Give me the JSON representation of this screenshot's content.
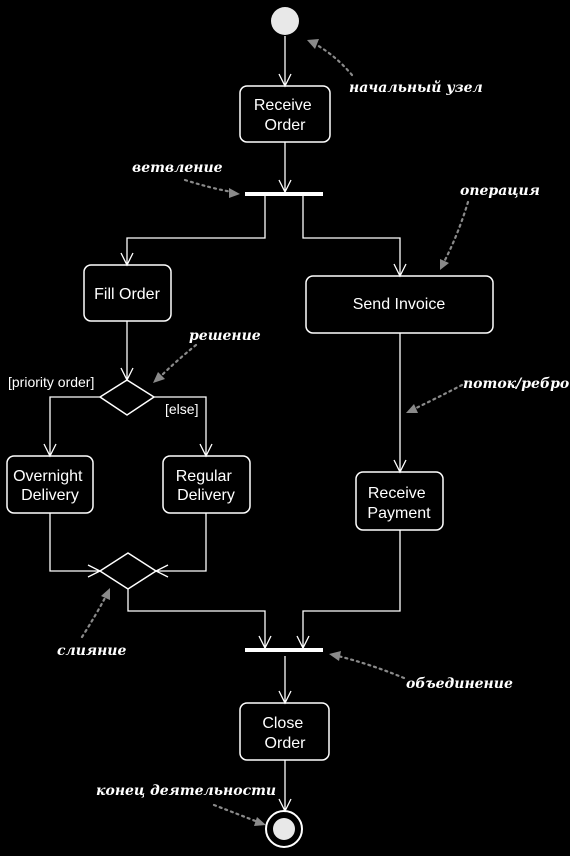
{
  "nodes": {
    "receive_order": "Receive\nOrder",
    "fill_order": "Fill Order",
    "send_invoice": "Send Invoice",
    "overnight_delivery": "Overnight\nDelivery",
    "regular_delivery": "Regular\nDelivery",
    "receive_payment": "Receive\nPayment",
    "close_order": "Close\nOrder"
  },
  "guards": {
    "priority": "[priority order]",
    "else": "[else]"
  },
  "annotations": {
    "initial_node": "начальный узел",
    "fork": "ветвление",
    "operation": "операция",
    "decision": "решение",
    "flow_edge": "поток/ребро",
    "merge": "слияние",
    "join": "объединение",
    "activity_final": "конец деятельности"
  }
}
